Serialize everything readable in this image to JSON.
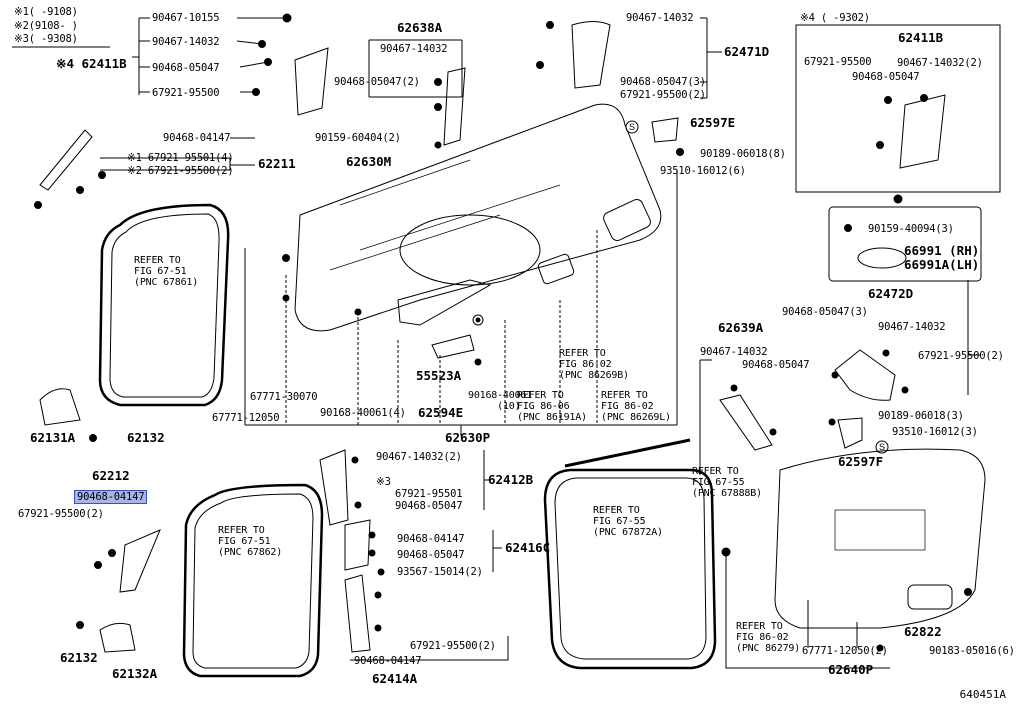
{
  "legend": [
    {
      "mark": "※1",
      "range": "(     -9108)"
    },
    {
      "mark": "※2",
      "range": "(9108-      )"
    },
    {
      "mark": "※3",
      "range": "(     -9308)"
    }
  ],
  "labels": {
    "pn_62411B_left": "※4 62411B",
    "p_90467_10155": "90467-10155",
    "p_90467_14032_a": "90467-14032",
    "p_90468_05047_a": "90468-05047",
    "p_67921_95500_a": "67921-95500",
    "pn_62638A": "62638A",
    "p_90467_14032_b": "90467-14032",
    "p_90468_05047_2_a": "90468-05047(2)",
    "p_90467_14032_top": "90467-14032",
    "pn_62471D": "62471D",
    "p_90468_05047_3_a": "90468-05047(3)",
    "p_67921_95500_2_a": "67921-95500(2)",
    "box_title": "※4 (     -9302)",
    "pn_62411B_box": "62411B",
    "p_67921_95500_box": "67921-95500",
    "p_90467_14032_2_box": "90467-14032(2)",
    "p_90468_05047_box": "90468-05047",
    "p_90468_04147_top": "90468-04147",
    "p_67921_95501_4": "※1 67921-95501(4)",
    "p_67921_95500_2_x2": "※2 67921-95500(2)",
    "pn_62211": "62211",
    "p_90159_60404_2": "90159-60404(2)",
    "pn_62630M": "62630M",
    "pn_62597E": "62597E",
    "p_90189_06018_8": "90189-06018(8)",
    "p_93510_16012_6": "93510-16012(6)",
    "p_90159_40094_3": "90159-40094(3)",
    "pn_66991": "66991 (RH)",
    "pn_66991A": "66991A(LH)",
    "ref_67_51_a": "REFER TO\nFIG 67-51\n(PNC 67861)",
    "pn_62472D": "62472D",
    "p_90468_05047_3_b": "90468-05047(3)",
    "p_90467_14032_c": "90467-14032",
    "pn_62639A": "62639A",
    "p_90467_14032_d": "90467-14032",
    "p_90468_05047_d": "90468-05047",
    "p_67921_95500_2_b": "67921-95500(2)",
    "p_90189_06018_3": "90189-06018(3)",
    "p_93510_16012_3": "93510-16012(3)",
    "pn_62597F": "62597F",
    "pn_62131A": "62131A",
    "pn_62132_a": "62132",
    "pn_55523A": "55523A",
    "p_90168_40061_10": "90168-40061\n     (10)",
    "ref_86_06": "REFER TO\nFIG 86-06\n(PNC 86191A)",
    "ref_86_02_a": "REFER TO\nFIG 86-02\n(PNC 86269B)",
    "ref_86_02_b": "REFER TO\nFIG 86-02\n(PNC 86269L)",
    "p_67771_30070": "67771-30070",
    "p_67771_12050": "67771-12050",
    "p_90168_40061_4": "90168-40061(4)",
    "pn_62594E": "62594E",
    "pn_62630P": "62630P",
    "pn_62212": "62212",
    "p_90468_04147_hl": "90468-04147",
    "p_67921_95500_2_c": "67921-95500(2)",
    "ref_67_51_b": "REFER TO\nFIG 67-51\n(PNC 67862)",
    "p_90467_14032_2_e": "90467-14032(2)",
    "p_x3": "※3",
    "p_67921_95501": "67921-95501",
    "p_90468_05047_e": "90468-05047",
    "pn_62412B": "62412B",
    "ref_67_55_a": "REFER TO\nFIG 67-55\n(PNC 67872A)",
    "ref_67_55_b": "REFER TO\nFIG 67-55\n(PNC 67888B)",
    "p_90468_04147_f": "90468-04147",
    "p_90468_05047_f": "90468-05047",
    "p_93567_15014_2": "93567-15014(2)",
    "pn_62416C": "62416C",
    "p_67921_95500_2_g": "67921-95500(2)",
    "p_90468_04147_g": "90468-04147",
    "pn_62414A": "62414A",
    "pn_62132_b": "62132",
    "pn_62132A": "62132A",
    "ref_86_02_c": "REFER TO\nFIG 86-02\n(PNC 86279)",
    "p_67771_12050_2": "67771-12050(2)",
    "pn_62640P": "62640P",
    "pn_62822": "62822",
    "p_90183_05016_6": "90183-05016(6)",
    "fig_id": "640451A"
  }
}
